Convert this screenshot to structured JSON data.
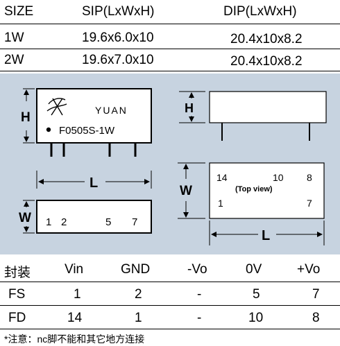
{
  "size_table": {
    "headers": [
      "SIZE",
      "SIP(LxWxH)",
      "DIP(LxWxH)"
    ],
    "rows": [
      [
        "1W",
        "19.6x6.0x10",
        "20.4x10x8.2"
      ],
      [
        "2W",
        "19.6x7.0x10",
        "20.4x10x8.2"
      ]
    ]
  },
  "diagram": {
    "sip_front": {
      "brand": "YUAN",
      "model": "F0505S-1W",
      "dim_height": "H",
      "dim_length": "L"
    },
    "sip_bottom": {
      "dim_width": "W",
      "pins": [
        "1",
        "2",
        "5",
        "7"
      ]
    },
    "dip_side": {
      "dim_height": "H"
    },
    "dip_top": {
      "dim_width": "W",
      "dim_length": "L",
      "pin_tl": "14",
      "pin_tm": "10",
      "pin_tr": "8",
      "pin_bl": "1",
      "pin_br": "7",
      "view_label": "(Top view)"
    },
    "colors": {
      "panel": "#c7d3e0"
    }
  },
  "pin_table": {
    "headers": [
      "封装",
      "Vin",
      "GND",
      "-Vo",
      "0V",
      "+Vo"
    ],
    "rows": [
      [
        "FS",
        "1",
        "2",
        "-",
        "5",
        "7"
      ],
      [
        "FD",
        "14",
        "1",
        "-",
        "10",
        "8"
      ]
    ]
  },
  "note": "*注意：nc脚不能和其它地方连接"
}
